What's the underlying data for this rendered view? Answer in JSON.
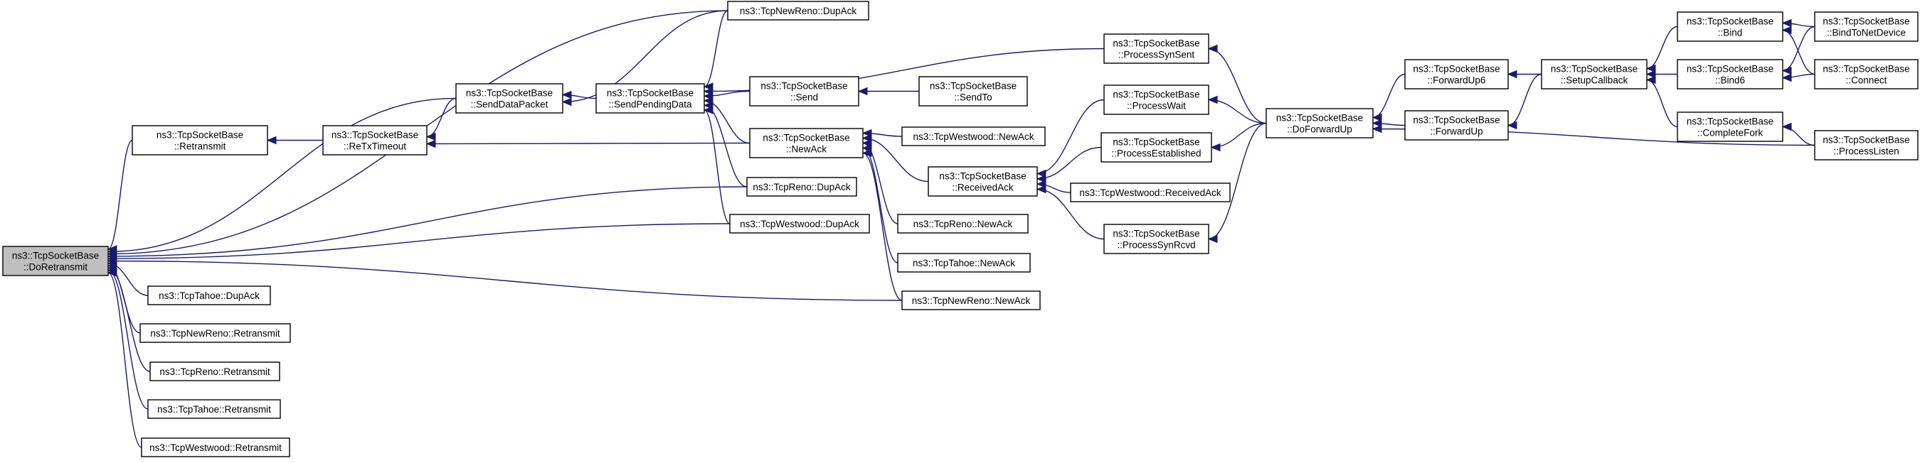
{
  "graph": {
    "title": "",
    "colors": {
      "edge": "#191970",
      "root_fill": "#bfbfbf",
      "node_fill": "#ffffff",
      "node_border": "#000000"
    },
    "nodes": [
      {
        "id": "do_retransmit",
        "lines": [
          "ns3::TcpSocketBase",
          "::DoRetransmit"
        ],
        "root": true
      },
      {
        "id": "retransmit",
        "lines": [
          "ns3::TcpSocketBase",
          "::Retransmit"
        ]
      },
      {
        "id": "retx_timeout",
        "lines": [
          "ns3::TcpSocketBase",
          "::ReTxTimeout"
        ]
      },
      {
        "id": "send_data_packet",
        "lines": [
          "ns3::TcpSocketBase",
          "::SendDataPacket"
        ]
      },
      {
        "id": "send_pending_data",
        "lines": [
          "ns3::TcpSocketBase",
          "::SendPendingData"
        ]
      },
      {
        "id": "newreno_dupack",
        "lines": [
          "ns3::TcpNewReno::DupAck"
        ]
      },
      {
        "id": "send",
        "lines": [
          "ns3::TcpSocketBase",
          "::Send"
        ]
      },
      {
        "id": "sendto",
        "lines": [
          "ns3::TcpSocketBase",
          "::SendTo"
        ]
      },
      {
        "id": "newack",
        "lines": [
          "ns3::TcpSocketBase",
          "::NewAck"
        ]
      },
      {
        "id": "reno_dupack",
        "lines": [
          "ns3::TcpReno::DupAck"
        ]
      },
      {
        "id": "westwood_dupack",
        "lines": [
          "ns3::TcpWestwood::DupAck"
        ]
      },
      {
        "id": "tahoe_dupack",
        "lines": [
          "ns3::TcpTahoe::DupAck"
        ]
      },
      {
        "id": "newreno_retransmit",
        "lines": [
          "ns3::TcpNewReno::Retransmit"
        ]
      },
      {
        "id": "reno_retransmit",
        "lines": [
          "ns3::TcpReno::Retransmit"
        ]
      },
      {
        "id": "tahoe_retransmit",
        "lines": [
          "ns3::TcpTahoe::Retransmit"
        ]
      },
      {
        "id": "westwood_retransmit",
        "lines": [
          "ns3::TcpWestwood::Retransmit"
        ]
      },
      {
        "id": "westwood_newack",
        "lines": [
          "ns3::TcpWestwood::NewAck"
        ]
      },
      {
        "id": "received_ack",
        "lines": [
          "ns3::TcpSocketBase",
          "::ReceivedAck"
        ]
      },
      {
        "id": "reno_newack",
        "lines": [
          "ns3::TcpReno::NewAck"
        ]
      },
      {
        "id": "tahoe_newack",
        "lines": [
          "ns3::TcpTahoe::NewAck"
        ]
      },
      {
        "id": "newreno_newack",
        "lines": [
          "ns3::TcpNewReno::NewAck"
        ]
      },
      {
        "id": "process_syn_sent",
        "lines": [
          "ns3::TcpSocketBase",
          "::ProcessSynSent"
        ]
      },
      {
        "id": "process_wait",
        "lines": [
          "ns3::TcpSocketBase",
          "::ProcessWait"
        ]
      },
      {
        "id": "process_established",
        "lines": [
          "ns3::TcpSocketBase",
          "::ProcessEstablished"
        ]
      },
      {
        "id": "westwood_received_ack",
        "lines": [
          "ns3::TcpWestwood::ReceivedAck"
        ]
      },
      {
        "id": "process_syn_rcvd",
        "lines": [
          "ns3::TcpSocketBase",
          "::ProcessSynRcvd"
        ]
      },
      {
        "id": "do_forward_up",
        "lines": [
          "ns3::TcpSocketBase",
          "::DoForwardUp"
        ]
      },
      {
        "id": "forward_up6",
        "lines": [
          "ns3::TcpSocketBase",
          "::ForwardUp6"
        ]
      },
      {
        "id": "forward_up",
        "lines": [
          "ns3::TcpSocketBase",
          "::ForwardUp"
        ]
      },
      {
        "id": "setup_callback",
        "lines": [
          "ns3::TcpSocketBase",
          "::SetupCallback"
        ]
      },
      {
        "id": "bind",
        "lines": [
          "ns3::TcpSocketBase",
          "::Bind"
        ]
      },
      {
        "id": "bind6",
        "lines": [
          "ns3::TcpSocketBase",
          "::Bind6"
        ]
      },
      {
        "id": "complete_fork",
        "lines": [
          "ns3::TcpSocketBase",
          "::CompleteFork"
        ]
      },
      {
        "id": "bind_to_net_device",
        "lines": [
          "ns3::TcpSocketBase",
          "::BindToNetDevice"
        ]
      },
      {
        "id": "connect",
        "lines": [
          "ns3::TcpSocketBase",
          "::Connect"
        ]
      },
      {
        "id": "process_listen",
        "lines": [
          "ns3::TcpSocketBase",
          "::ProcessListen"
        ]
      }
    ],
    "edges": [
      {
        "from": "retransmit",
        "to": "do_retransmit"
      },
      {
        "from": "send_data_packet",
        "to": "do_retransmit"
      },
      {
        "from": "newreno_dupack",
        "to": "do_retransmit"
      },
      {
        "from": "reno_dupack",
        "to": "do_retransmit"
      },
      {
        "from": "westwood_dupack",
        "to": "do_retransmit"
      },
      {
        "from": "newreno_newack",
        "to": "do_retransmit"
      },
      {
        "from": "tahoe_dupack",
        "to": "do_retransmit"
      },
      {
        "from": "newreno_retransmit",
        "to": "do_retransmit"
      },
      {
        "from": "reno_retransmit",
        "to": "do_retransmit"
      },
      {
        "from": "tahoe_retransmit",
        "to": "do_retransmit"
      },
      {
        "from": "westwood_retransmit",
        "to": "do_retransmit"
      },
      {
        "from": "retx_timeout",
        "to": "retransmit"
      },
      {
        "from": "send_data_packet",
        "to": "retx_timeout"
      },
      {
        "from": "newack",
        "to": "retx_timeout"
      },
      {
        "from": "send_pending_data",
        "to": "send_data_packet"
      },
      {
        "from": "newreno_dupack",
        "to": "send_data_packet"
      },
      {
        "from": "newreno_dupack",
        "to": "send_pending_data"
      },
      {
        "from": "process_syn_sent",
        "to": "send_pending_data"
      },
      {
        "from": "send",
        "to": "send_pending_data"
      },
      {
        "from": "newack",
        "to": "send_pending_data"
      },
      {
        "from": "reno_dupack",
        "to": "send_pending_data"
      },
      {
        "from": "westwood_dupack",
        "to": "send_pending_data"
      },
      {
        "from": "sendto",
        "to": "send"
      },
      {
        "from": "westwood_newack",
        "to": "newack"
      },
      {
        "from": "received_ack",
        "to": "newack"
      },
      {
        "from": "reno_newack",
        "to": "newack"
      },
      {
        "from": "tahoe_newack",
        "to": "newack"
      },
      {
        "from": "newreno_newack",
        "to": "newack"
      },
      {
        "from": "process_wait",
        "to": "received_ack"
      },
      {
        "from": "process_established",
        "to": "received_ack"
      },
      {
        "from": "westwood_received_ack",
        "to": "received_ack"
      },
      {
        "from": "process_syn_rcvd",
        "to": "received_ack"
      },
      {
        "from": "do_forward_up",
        "to": "process_syn_sent"
      },
      {
        "from": "do_forward_up",
        "to": "process_wait"
      },
      {
        "from": "do_forward_up",
        "to": "process_established"
      },
      {
        "from": "do_forward_up",
        "to": "process_syn_rcvd"
      },
      {
        "from": "forward_up6",
        "to": "do_forward_up"
      },
      {
        "from": "forward_up",
        "to": "do_forward_up"
      },
      {
        "from": "setup_callback",
        "to": "forward_up6"
      },
      {
        "from": "setup_callback",
        "to": "forward_up"
      },
      {
        "from": "bind",
        "to": "setup_callback"
      },
      {
        "from": "bind6",
        "to": "setup_callback"
      },
      {
        "from": "complete_fork",
        "to": "setup_callback"
      },
      {
        "from": "bind_to_net_device",
        "to": "bind"
      },
      {
        "from": "connect",
        "to": "bind"
      },
      {
        "from": "bind_to_net_device",
        "to": "bind6"
      },
      {
        "from": "connect",
        "to": "bind6"
      },
      {
        "from": "process_listen",
        "to": "complete_fork"
      },
      {
        "from": "process_listen",
        "to": "do_forward_up"
      }
    ]
  }
}
